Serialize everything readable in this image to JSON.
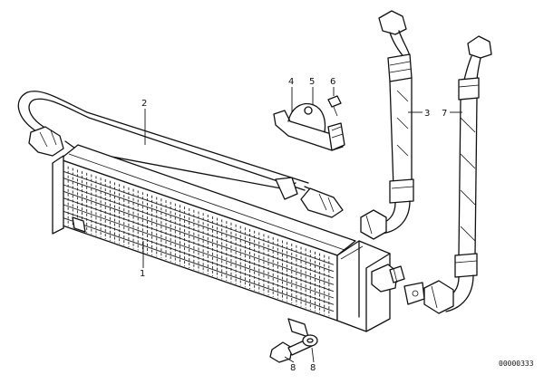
{
  "diagram": {
    "reference_number": "00000333",
    "callouts": [
      {
        "id": "c1",
        "label": "1"
      },
      {
        "id": "c2",
        "label": "2"
      },
      {
        "id": "c3",
        "label": "3"
      },
      {
        "id": "c4",
        "label": "4"
      },
      {
        "id": "c5",
        "label": "5"
      },
      {
        "id": "c6",
        "label": "6"
      },
      {
        "id": "c7",
        "label": "7"
      },
      {
        "id": "c8",
        "label": "8"
      },
      {
        "id": "c9",
        "label": "8"
      }
    ]
  }
}
